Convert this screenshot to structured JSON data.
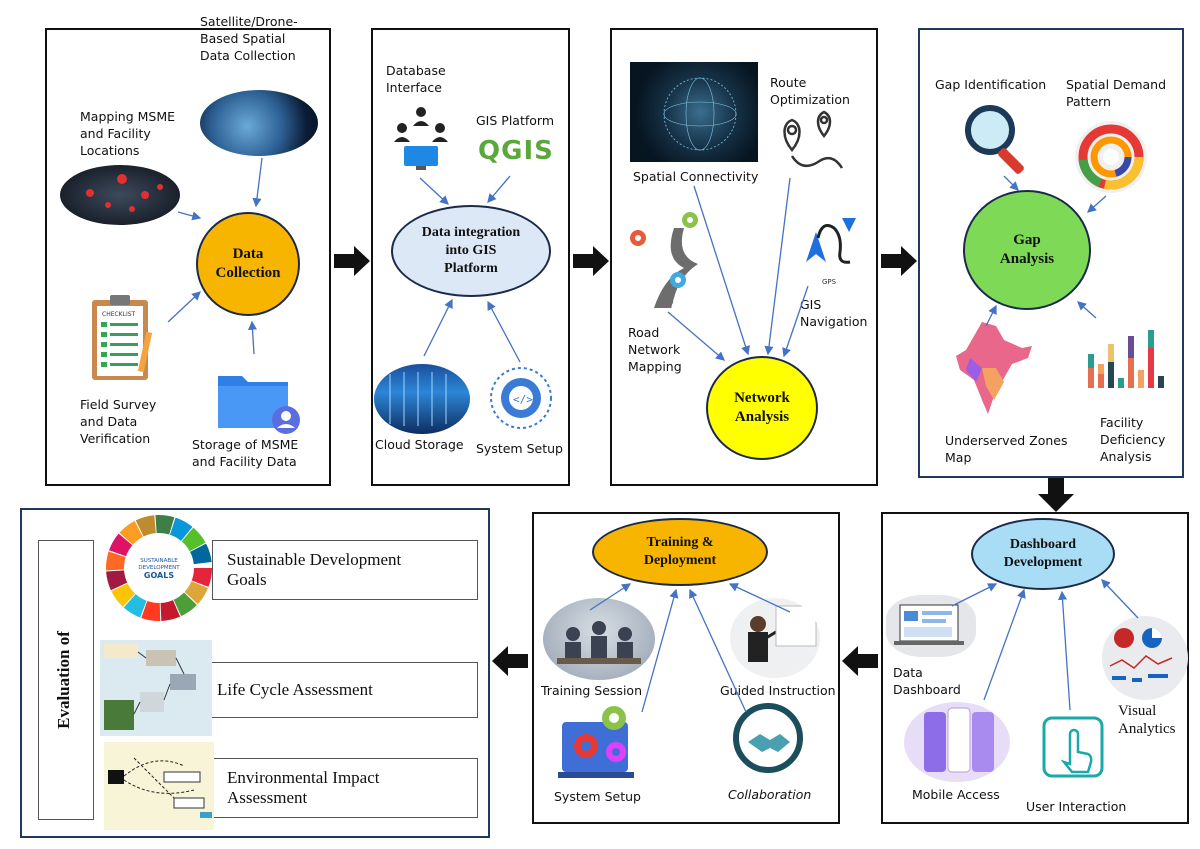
{
  "panel1": {
    "hub": "Data\nCollection",
    "satellite": "Satellite/Drone-\nBased Spatial\nData Collection",
    "mapping": "Mapping MSME\nand Facility\nLocations",
    "field": "Field Survey\nand Data\nVerification",
    "storage": "Storage of MSME\nand Facility Data",
    "checklist_heading": "CHECKLIST"
  },
  "panel2": {
    "hub": "Data integration\ninto GIS\nPlatform",
    "database": "Database\nInterface",
    "gis": "GIS Platform",
    "qgis_logo": "QGIS",
    "cloud": "Cloud Storage",
    "system": "System Setup"
  },
  "panel3": {
    "hub": "Network\nAnalysis",
    "route": "Route\nOptimization",
    "spatial": "Spatial Connectivity",
    "road": "Road\nNetwork\nMapping",
    "gisnav": "GIS\nNavigation",
    "gps": "GPS"
  },
  "panel4": {
    "hub": "Gap\nAnalysis",
    "gapid": "Gap Identification",
    "demand": "Spatial Demand\nPattern",
    "underserved": "Underserved Zones\nMap",
    "deficiency": "Facility\nDeficiency\nAnalysis"
  },
  "panel5": {
    "hub": "Dashboard\nDevelopment",
    "data": "Data\nDashboard",
    "visual": "Visual\nAnalytics",
    "mobile": "Mobile Access",
    "user": "User Interaction"
  },
  "panel6": {
    "hub": "Training &\nDeployment",
    "training": "Training Session",
    "guided": "Guided Instruction",
    "system": "System Setup",
    "collab": "Collaboration"
  },
  "panel7": {
    "vertical": "Evaluation of",
    "sdg": "Sustainable Development\nGoals",
    "lca": "Life Cycle Assessment",
    "eia": "Environmental Impact\nAssessment",
    "sdg_logo": "SUSTAINABLE\nDEVELOPMENT\nGOALS"
  },
  "colors": {
    "orange_hub": "#f7b500",
    "blue_hub": "#dde8f7",
    "yellow_hub": "#ffff00",
    "green_hub": "#7ed957",
    "sky_hub": "#a9dcf5",
    "arrow": "#4472c4"
  }
}
